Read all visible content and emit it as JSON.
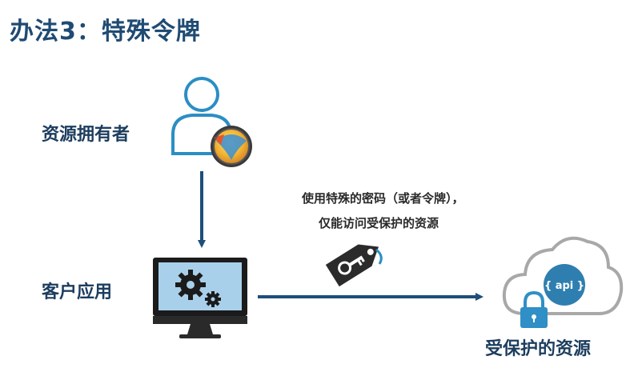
{
  "title": "办法3：特殊令牌",
  "nodes": {
    "owner": "资源拥有者",
    "client": "客户应用",
    "resource": "受保护的资源"
  },
  "description": {
    "line1": "使用特殊的密码（或者令牌），",
    "line2": "仅能访问受保护的资源"
  },
  "cloud_badge": "{ api }",
  "colors": {
    "accent": "#1f4b73",
    "arrow": "#1d4f7a",
    "cloud_badge": "#2e7fb0",
    "lock": "#2f8fc6"
  }
}
